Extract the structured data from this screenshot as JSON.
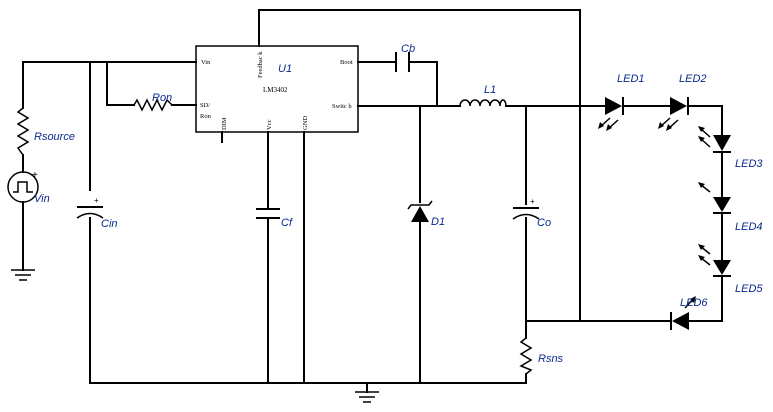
{
  "ic": {
    "ref": "U1",
    "part": "LM3402",
    "pins": {
      "vin": "Vin",
      "sd_ron_1": "SD/",
      "sd_ron_2": "Ron",
      "feedback": "Feedbac k",
      "boot": "Boot",
      "switch": "Switc h",
      "dim": "DIM",
      "vcc": "Vcc",
      "gnd": "GND"
    }
  },
  "components": {
    "rsource": "Rsource",
    "vin": "Vin",
    "cin": "Cin",
    "ron": "Ron",
    "cf": "Cf",
    "cb": "Cb",
    "d1": "D1",
    "l1": "L1",
    "co": "Co",
    "rsns": "Rsns",
    "led1": "LED1",
    "led2": "LED2",
    "led3": "LED3",
    "led4": "LED4",
    "led5": "LED5",
    "led6": "LED6"
  },
  "colors": {
    "label": "#0b2a8f",
    "wire": "#000000"
  }
}
